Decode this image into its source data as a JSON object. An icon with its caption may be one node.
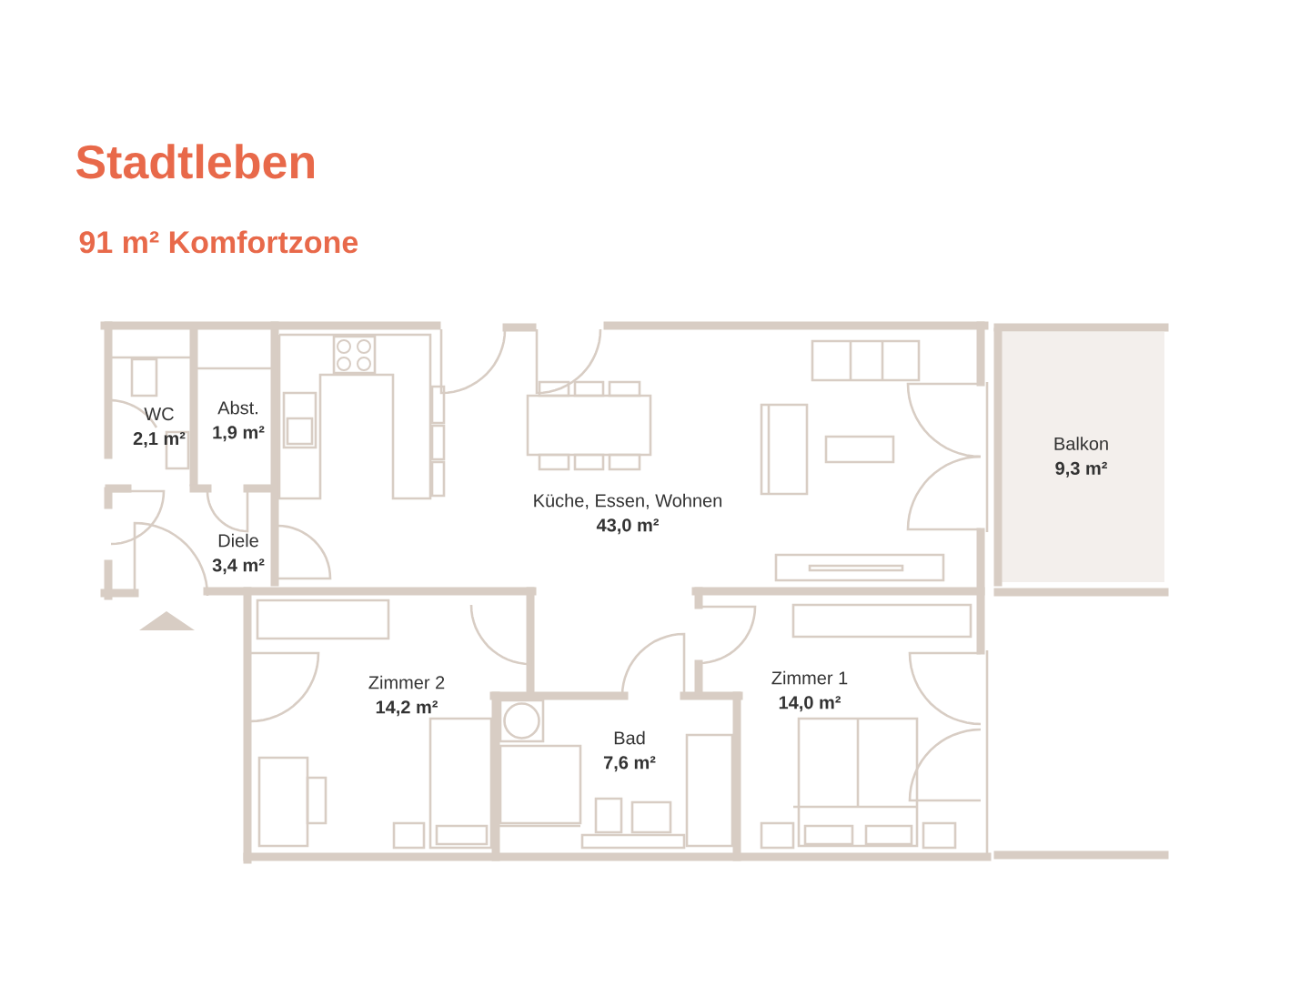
{
  "diagram": {
    "title": "Stadtleben",
    "nodes": [
      {
        "text": [
          "WC",
          "2,1 m²"
        ]
      },
      {
        "text": [
          "Abst.",
          "1,9 m²"
        ]
      },
      {
        "text": [
          "Diele",
          "3,4 m²"
        ]
      },
      {
        "text": [
          "Küche, Essen, Wohnen",
          "43,0 m²"
        ]
      },
      {
        "text": [
          "Balkon",
          "9,3 m²"
        ]
      },
      {
        "text": [
          "Zimmer 2",
          "14,2 m²"
        ]
      },
      {
        "text": [
          "Bad",
          "7,6 m²"
        ]
      },
      {
        "text": [
          "Zimmer 1",
          "14,0 m²"
        ]
      }
    ],
    "labels": [
      "91 m² Komfortzone"
    ]
  }
}
